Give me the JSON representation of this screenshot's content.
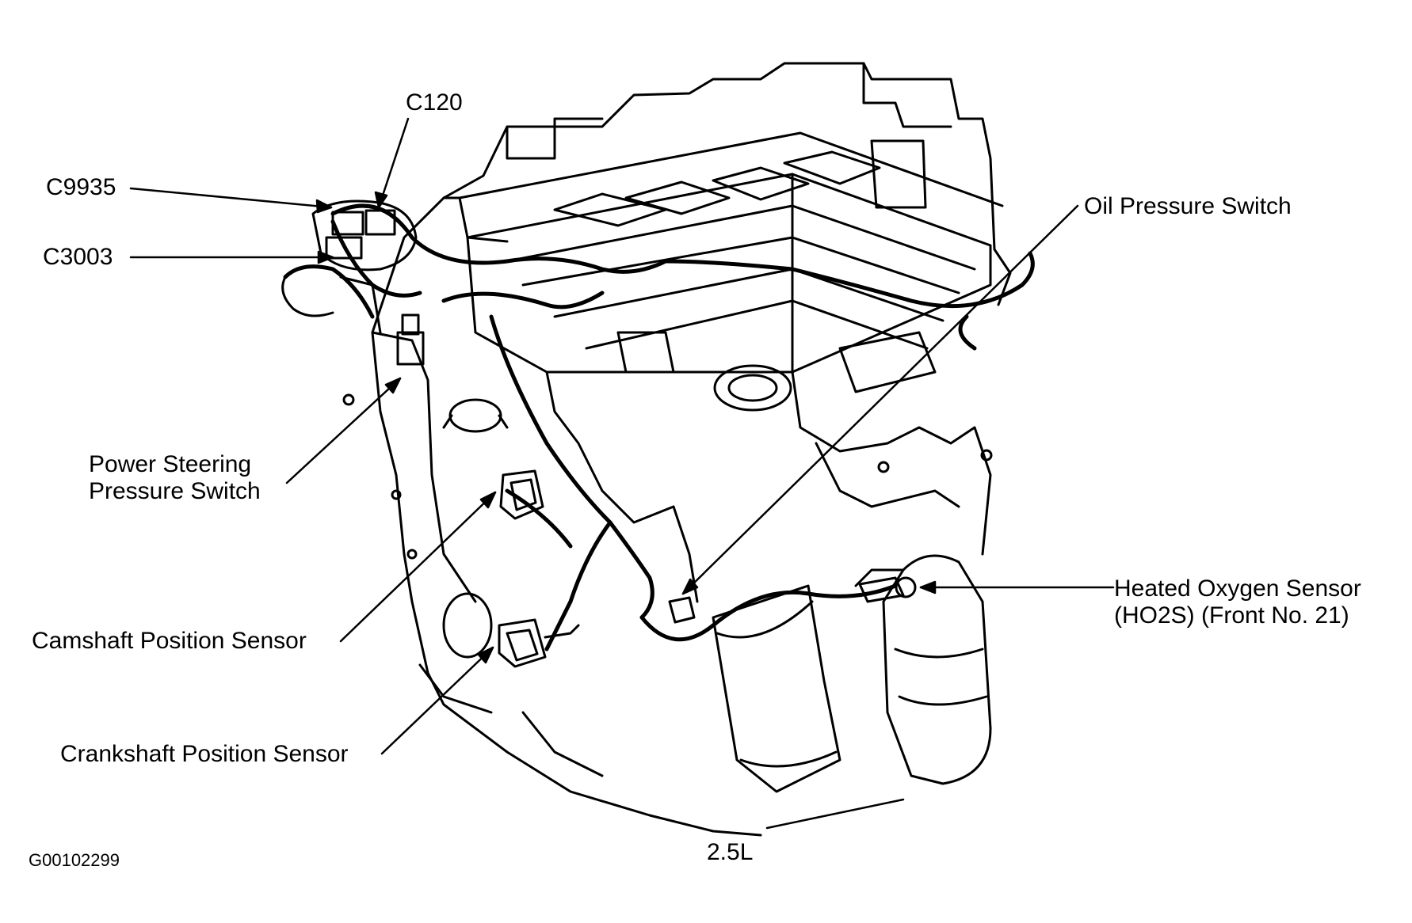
{
  "labels": {
    "c120": "C120",
    "c9935": "C9935",
    "c3003": "C3003",
    "oil_pressure_switch": "Oil Pressure Switch",
    "ps_pressure_switch_1": "Power Steering",
    "ps_pressure_switch_2": "Pressure Switch",
    "camshaft_sensor": "Camshaft Position Sensor",
    "crankshaft_sensor": "Crankshaft Position Sensor",
    "ho2s_1": "Heated Oxygen Sensor",
    "ho2s_2": "(HO2S) (Front No. 21)",
    "engine_size": "2.5L",
    "figure_id": "G00102299"
  },
  "colors": {
    "ink": "#000000",
    "paper": "#ffffff"
  }
}
